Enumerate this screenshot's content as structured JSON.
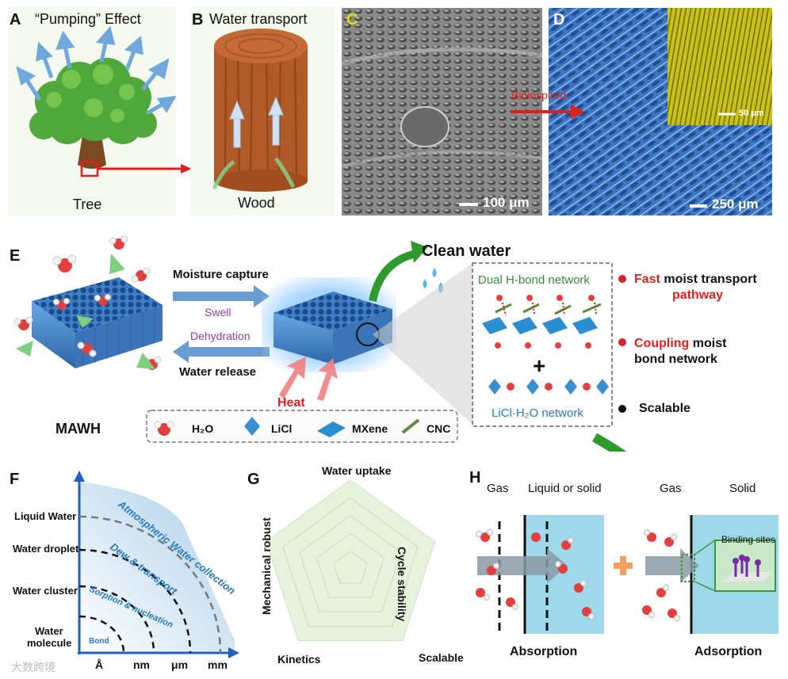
{
  "colors": {
    "sem_gray": "#7a7a7a",
    "blue_wood": "#3d77c4",
    "yellow_inset": "#c8c21a",
    "arrow_red": "#e0201a",
    "arrow_green": "#2a9a2a",
    "wood_brown": "#a8552a",
    "highlight_red": "#e02020",
    "network_green": "#3a8a3a",
    "licl_blue": "#2a7abf",
    "purple": "#8b3fa8"
  },
  "panel_a": {
    "label": "A",
    "title": "“Pumping” Effect",
    "caption": "Tree"
  },
  "panel_b": {
    "label": "B",
    "title": "Water transport",
    "caption": "Wood"
  },
  "panel_c": {
    "label": "C",
    "scalebar": "100 μm"
  },
  "panel_d": {
    "label": "D",
    "scalebar": "250 μm",
    "inset_scalebar": "50 μm",
    "arrow_text": "Bioinspired"
  },
  "panel_e": {
    "label": "E",
    "moisture_capture": "Moisture capture",
    "swell": "Swell",
    "dehydration": "Dehydration",
    "water_release": "Water release",
    "heat": "Heat",
    "clean_water": "Clean water",
    "mawh": "MAWH",
    "dual_network": "Dual H-bond network",
    "plus": "+",
    "licl_network": "LiCl·H₂O network",
    "legend": {
      "h2o": "H₂O",
      "licl": "LiCl",
      "mxene": "MXene",
      "cnc": "CNC"
    },
    "features": [
      {
        "highlight": "Fast",
        "rest": " moist transport",
        "line2": "pathway",
        "line2_red": true
      },
      {
        "highlight": "Coupling",
        "rest": " moist",
        "line2": "bond network",
        "line2_red": false
      },
      {
        "highlight": "",
        "rest": "Scalable",
        "line2": "",
        "line2_red": false
      }
    ]
  },
  "panel_f": {
    "label": "F",
    "y_levels": [
      "Liquid Water",
      "Water droplet",
      "Water cluster",
      "Water",
      "molecule"
    ],
    "x_ticks": [
      "Å",
      "nm",
      "μm",
      "mm"
    ],
    "arcs": [
      "Atmospheric Water collection",
      "Dew & transport",
      "Sorption & nucleation",
      "Bond"
    ]
  },
  "panel_g": {
    "label": "G",
    "axes": [
      "Water uptake",
      "Cycle stability",
      "Scalable",
      "Kinetics",
      "Mechanical robust"
    ],
    "values": [
      0.0,
      0.0,
      0.0,
      0.0,
      0.0
    ]
  },
  "panel_h": {
    "label": "H",
    "left_gas": "Gas",
    "left_phase": "Liquid or solid",
    "right_gas": "Gas",
    "right_phase": "Solid",
    "binding_sites": "Binding sites",
    "absorption": "Absorption",
    "adsorption": "Adsorption"
  },
  "watermark": "大数跨境"
}
